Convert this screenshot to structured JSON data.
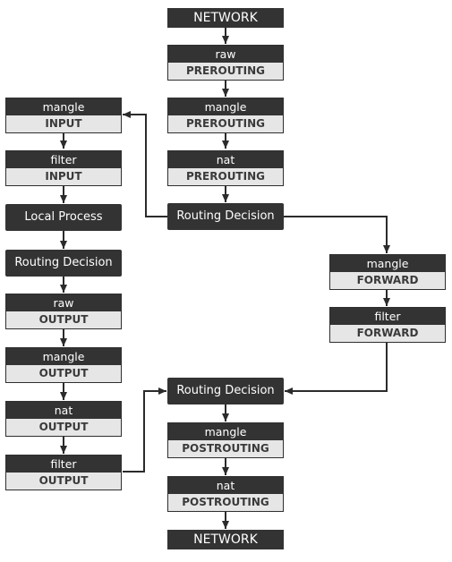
{
  "nodes": {
    "network_in": "NETWORK",
    "raw_prerouting": {
      "table": "raw",
      "chain": "PREROUTING"
    },
    "mangle_prerouting": {
      "table": "mangle",
      "chain": "PREROUTING"
    },
    "nat_prerouting": {
      "table": "nat",
      "chain": "PREROUTING"
    },
    "routing_decision_1": "Routing Decision",
    "mangle_input": {
      "table": "mangle",
      "chain": "INPUT"
    },
    "filter_input": {
      "table": "filter",
      "chain": "INPUT"
    },
    "local_process": "Local Process",
    "routing_decision_2": "Routing Decision",
    "raw_output": {
      "table": "raw",
      "chain": "OUTPUT"
    },
    "mangle_output": {
      "table": "mangle",
      "chain": "OUTPUT"
    },
    "nat_output": {
      "table": "nat",
      "chain": "OUTPUT"
    },
    "filter_output": {
      "table": "filter",
      "chain": "OUTPUT"
    },
    "mangle_forward": {
      "table": "mangle",
      "chain": "FORWARD"
    },
    "filter_forward": {
      "table": "filter",
      "chain": "FORWARD"
    },
    "routing_decision_3": "Routing Decision",
    "mangle_postrouting": {
      "table": "mangle",
      "chain": "POSTROUTING"
    },
    "nat_postrouting": {
      "table": "nat",
      "chain": "POSTROUTING"
    },
    "network_out": "NETWORK"
  },
  "colors": {
    "box_dark": "#333333",
    "box_light": "#e6e6e6",
    "wire": "#2b2b2b"
  }
}
